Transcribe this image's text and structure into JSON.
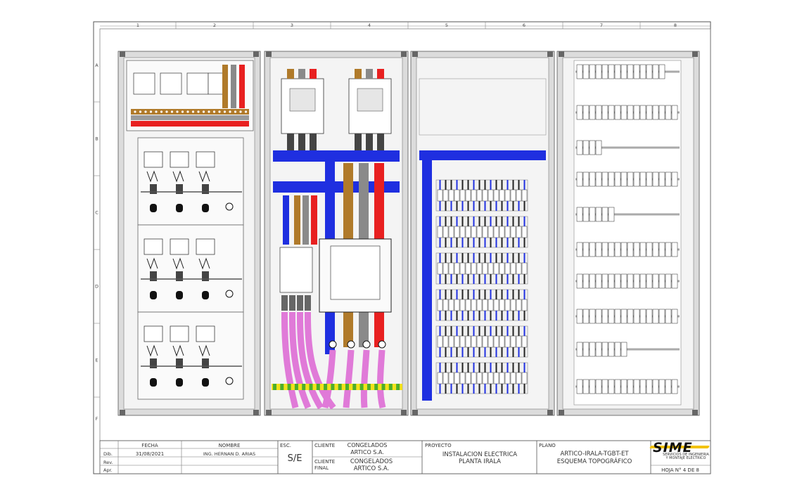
{
  "columns": [
    "1",
    "2",
    "3",
    "4",
    "5",
    "6",
    "7",
    "8"
  ],
  "rows": [
    "A",
    "B",
    "C",
    "D",
    "E",
    "F"
  ],
  "title_block": {
    "fecha_header": "FECHA",
    "nombre_header": "NOMBRE",
    "esc_label": "ESC.",
    "esc_value": "S/E",
    "row_labels": [
      "Dib.",
      "Rev.",
      "Apr."
    ],
    "dib_fecha": "31/08/2021",
    "dib_nombre": "ING. HERNAN D. ARIAS",
    "cliente_label": "CLIENTE",
    "cliente_value_1": "CONGELADOS",
    "cliente_value_2": "ARTICO S.A.",
    "cliente_final_label_1": "CLIENTE",
    "cliente_final_label_2": "FINAL",
    "cliente_final_value_1": "CONGELADOS",
    "cliente_final_value_2": "ARTICO S.A.",
    "proyecto_label": "PROYECTO",
    "proyecto_value_1": "INSTALACION ELECTRICA",
    "proyecto_value_2": "PLANTA IRALA",
    "plano_label": "PLANO",
    "plano_value_1": "ARTICO-IRALA-TGBT-ET",
    "plano_value_2": "ESQUEMA TOPOGRÁFICO",
    "logo_text": "SIME",
    "logo_subtext": "SERVICIOS DE INGENIERIA Y MONTAJE ELECTRICO",
    "hoja": "HOJA N° 4 DE 8"
  },
  "colors": {
    "phase_blue": "#1f2fe0",
    "phase_brown": "#b07a2a",
    "phase_grey": "#8a8a8a",
    "phase_red": "#e82020",
    "cable_pink": "#e07ad8",
    "earth_green": "#4cae2c",
    "earth_yellow": "#f2e21a",
    "frame_grey": "#bdbdbd"
  }
}
